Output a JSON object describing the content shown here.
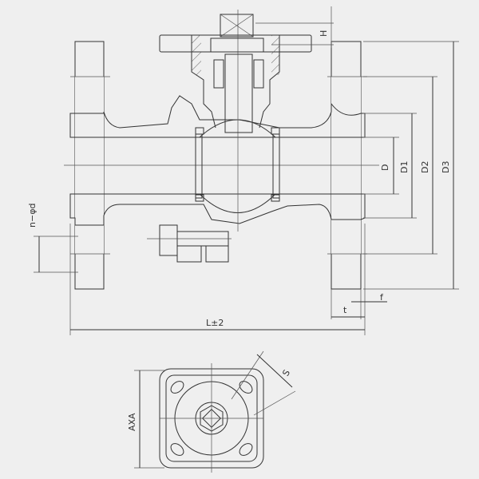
{
  "drawing": {
    "title": "Flanged ball valve sectional drawing",
    "labels": {
      "H": "H",
      "D": "D",
      "D1": "D1",
      "D2": "D2",
      "D3": "D3",
      "bolt_holes": "n−φd",
      "t": "t",
      "f": "f",
      "L": "L±2",
      "S": "S",
      "AxA": "AXA"
    },
    "colors": {
      "line": "#333333",
      "background": "#efefef"
    }
  }
}
